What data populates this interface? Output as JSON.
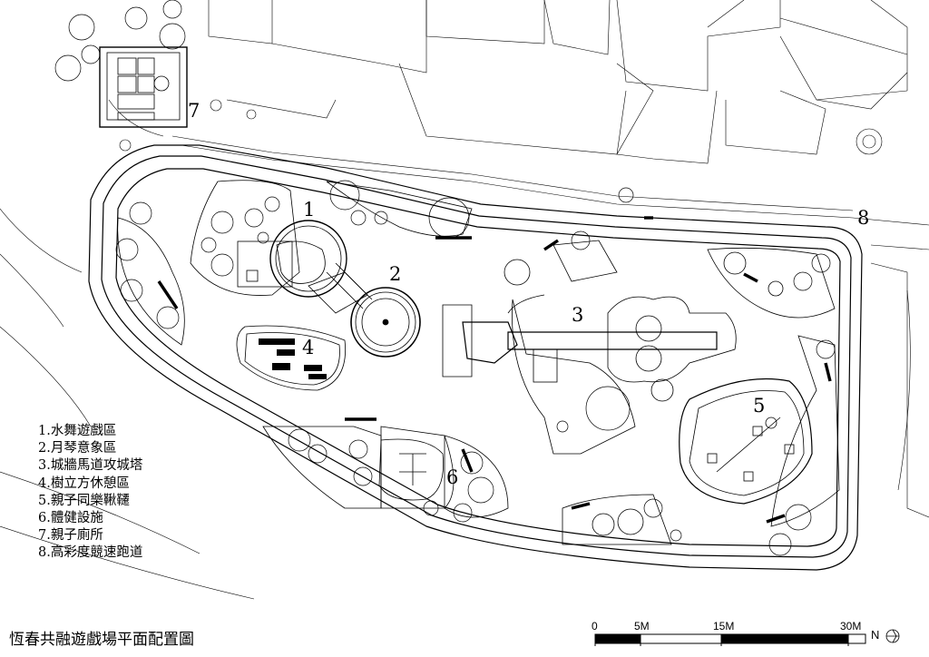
{
  "plan_title": "恆春共融遊戲場平面配置圖",
  "zone_numbers": [
    "1",
    "2",
    "3",
    "4",
    "5",
    "6",
    "7",
    "8"
  ],
  "legend": [
    "1.水舞遊戲區",
    "2.月琴意象區",
    "3.城牆馬道攻城塔",
    "4.樹立方休憩區",
    "5.親子同樂鞦韆",
    "6.體健設施",
    "7.親子廁所",
    "8.高彩度競速跑道"
  ],
  "scale_bar": {
    "labels": [
      "0",
      "5M",
      "15M",
      "30M"
    ]
  },
  "north_label": "N",
  "colors": {
    "line": "#000000",
    "background": "#ffffff"
  }
}
